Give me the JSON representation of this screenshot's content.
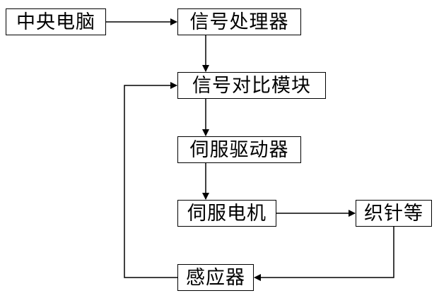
{
  "diagram": {
    "nodes": [
      {
        "id": "central",
        "label": "中央电脑"
      },
      {
        "id": "proc",
        "label": "信号处理器"
      },
      {
        "id": "compare",
        "label": "信号对比模块"
      },
      {
        "id": "driver",
        "label": "伺服驱动器"
      },
      {
        "id": "motor",
        "label": "伺服电机"
      },
      {
        "id": "needle",
        "label": "织针等"
      },
      {
        "id": "sensor",
        "label": "感应器"
      }
    ],
    "edges": [
      {
        "from": "central",
        "to": "proc"
      },
      {
        "from": "proc",
        "to": "compare"
      },
      {
        "from": "compare",
        "to": "driver"
      },
      {
        "from": "driver",
        "to": "motor"
      },
      {
        "from": "motor",
        "to": "needle"
      },
      {
        "from": "needle",
        "to": "sensor"
      },
      {
        "from": "sensor",
        "to": "compare"
      }
    ],
    "colors": {
      "stroke": "#000000",
      "background": "#ffffff"
    }
  }
}
